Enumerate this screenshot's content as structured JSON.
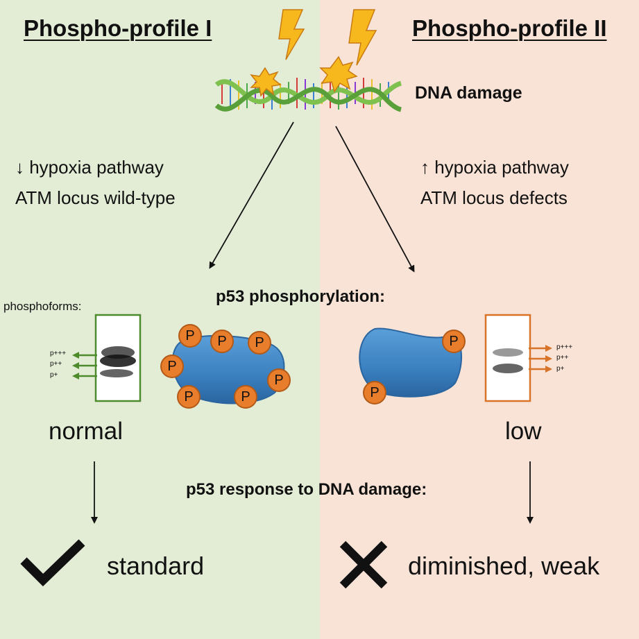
{
  "profiles": {
    "left": {
      "title": "Phospho-profile I"
    },
    "right": {
      "title": "Phospho-profile II"
    }
  },
  "damage": {
    "label": "DNA damage"
  },
  "conditions": {
    "left": {
      "line1": "↓ hypoxia pathway",
      "line2": "ATM locus wild-type"
    },
    "right": {
      "line1": "↑ hypoxia pathway",
      "line2": "ATM locus defects"
    }
  },
  "phosphorylation": {
    "label": "p53 phosphorylation:",
    "phosphoforms_label": "phosphoforms:"
  },
  "blot": {
    "bands": [
      "p+++",
      "p++",
      "p+"
    ]
  },
  "protein": {
    "p_label": "P"
  },
  "levels": {
    "left": "normal",
    "right": "low"
  },
  "response": {
    "label": "p53 response to DNA damage:"
  },
  "outcomes": {
    "left": "standard",
    "right": "diminished, weak"
  },
  "colors": {
    "left_bg": "#e3edd6",
    "right_bg": "#f9e3d6",
    "protein_blue": "#3a7fbf",
    "phospho_orange": "#e87d2c",
    "left_arrow_green": "#4e8b2c",
    "right_arrow_orange": "#d8742a",
    "lightning_yellow": "#f7b81d"
  }
}
